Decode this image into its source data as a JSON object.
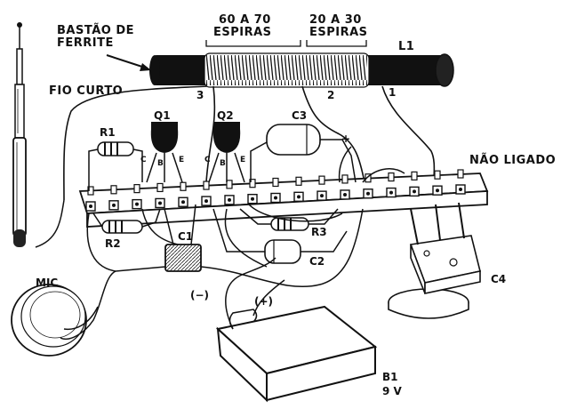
{
  "labels": {
    "ferrite_line1": "BASTÃO DE",
    "ferrite_line2": "FERRITE",
    "turns_60": "60 A 70",
    "turns_60_sub": "ESPIRAS",
    "turns_20": "20 A 30",
    "turns_20_sub": "ESPIRAS",
    "coil": "L1",
    "short_wire": "FIO CURTO",
    "not_connected": "NÃO LIGADO",
    "r1": "R1",
    "r2": "R2",
    "r3": "R3",
    "q1": "Q1",
    "q2": "Q2",
    "c1": "C1",
    "c2": "C2",
    "c3": "C3",
    "c4": "C4",
    "mic": "MIC",
    "battery": "B1",
    "battery_voltage": "9 V",
    "minus": "(−)",
    "plus": "(+)",
    "tap1": "1",
    "tap2": "2",
    "tap3": "3",
    "q1_c": "C",
    "q1_b": "B",
    "q1_e": "E",
    "q2_c": "C",
    "q2_b": "B",
    "q2_e": "E",
    "c3_plus": "+"
  }
}
